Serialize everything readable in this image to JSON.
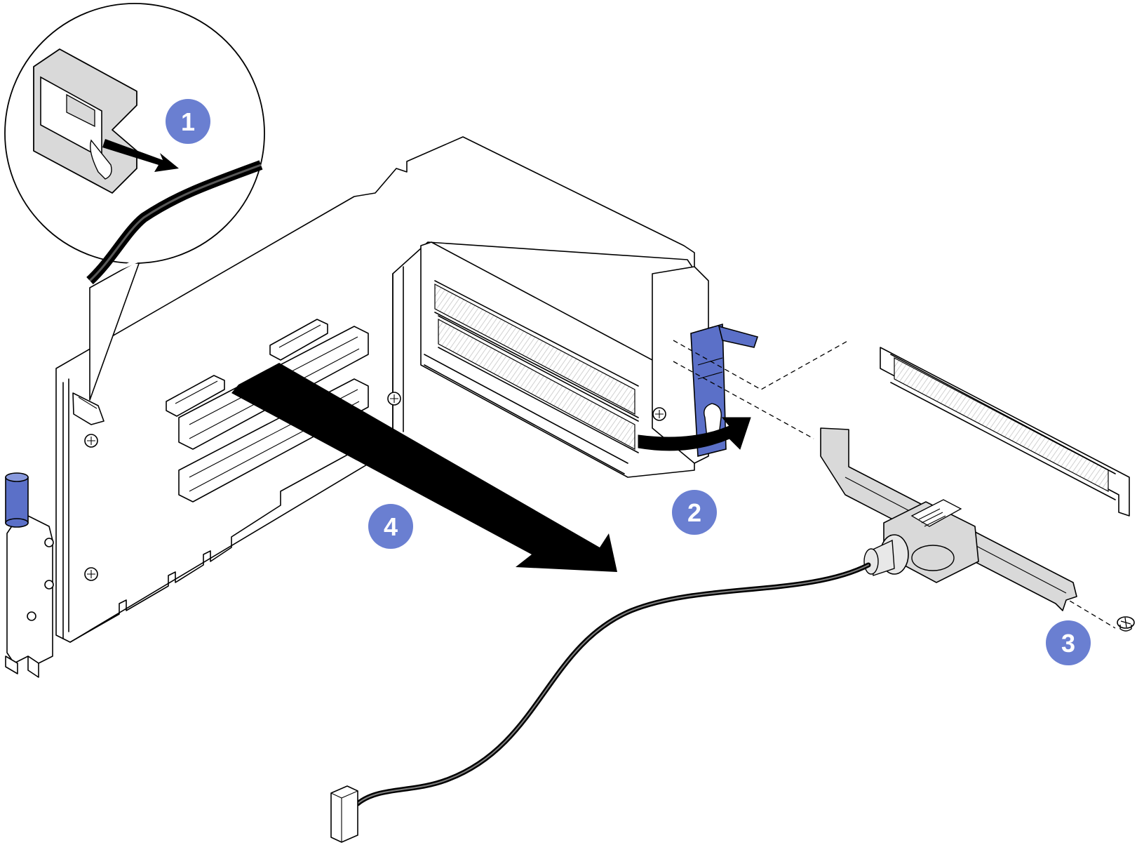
{
  "callouts": [
    {
      "id": "step-1",
      "label": "1"
    },
    {
      "id": "step-2",
      "label": "2"
    },
    {
      "id": "step-3",
      "label": "3"
    },
    {
      "id": "step-4",
      "label": "4"
    }
  ],
  "colors": {
    "callout_fill": "#6a7fd1",
    "latch_blue": "#5b70c8",
    "line": "#000000",
    "bracket_gray": "#d9d9d9",
    "hatch_gray": "#bdbdbd"
  },
  "icons": {
    "detail_view": "magnifier-circle-icon",
    "direction_arrow": "arrow-icon",
    "rotation_arrow": "curved-arrow-icon"
  }
}
